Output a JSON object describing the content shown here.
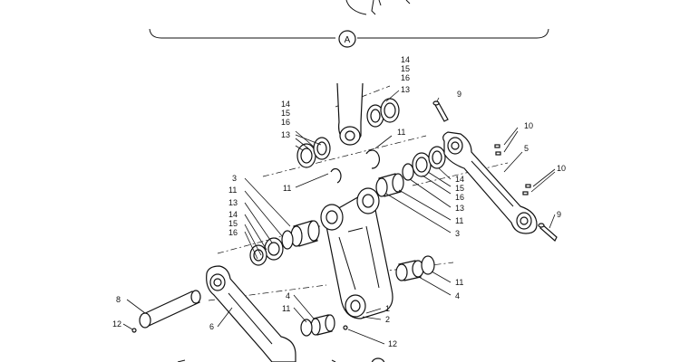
{
  "detail_marker": "A",
  "callouts": [
    {
      "id": "c-14-top",
      "text": "14"
    },
    {
      "id": "c-15-top",
      "text": "15"
    },
    {
      "id": "c-16-top",
      "text": "16"
    },
    {
      "id": "c-13-top",
      "text": "13"
    },
    {
      "id": "c-9-top",
      "text": "9"
    },
    {
      "id": "c-14-l",
      "text": "14"
    },
    {
      "id": "c-15-l",
      "text": "15"
    },
    {
      "id": "c-16-l",
      "text": "16"
    },
    {
      "id": "c-13-l",
      "text": "13"
    },
    {
      "id": "c-11-a",
      "text": "11"
    },
    {
      "id": "c-10-a",
      "text": "10"
    },
    {
      "id": "c-5",
      "text": "5"
    },
    {
      "id": "c-10-b",
      "text": "10"
    },
    {
      "id": "c-11-b",
      "text": "11"
    },
    {
      "id": "c-3-l",
      "text": "3"
    },
    {
      "id": "c-11-l",
      "text": "11"
    },
    {
      "id": "c-13-ll",
      "text": "13"
    },
    {
      "id": "c-14-ll",
      "text": "14"
    },
    {
      "id": "c-15-ll",
      "text": "15"
    },
    {
      "id": "c-16-ll",
      "text": "16"
    },
    {
      "id": "c-14-r",
      "text": "14"
    },
    {
      "id": "c-15-r",
      "text": "15"
    },
    {
      "id": "c-16-r",
      "text": "16"
    },
    {
      "id": "c-13-r",
      "text": "13"
    },
    {
      "id": "c-11-r",
      "text": "11"
    },
    {
      "id": "c-3-r",
      "text": "3"
    },
    {
      "id": "c-9-r",
      "text": "9"
    },
    {
      "id": "c-11-rr",
      "text": "11"
    },
    {
      "id": "c-4-r",
      "text": "4"
    },
    {
      "id": "c-8",
      "text": "8"
    },
    {
      "id": "c-4-c",
      "text": "4"
    },
    {
      "id": "c-11-c",
      "text": "11"
    },
    {
      "id": "c-1",
      "text": "1"
    },
    {
      "id": "c-2",
      "text": "2"
    },
    {
      "id": "c-12-l",
      "text": "12"
    },
    {
      "id": "c-6",
      "text": "6"
    },
    {
      "id": "c-12-b",
      "text": "12"
    }
  ]
}
